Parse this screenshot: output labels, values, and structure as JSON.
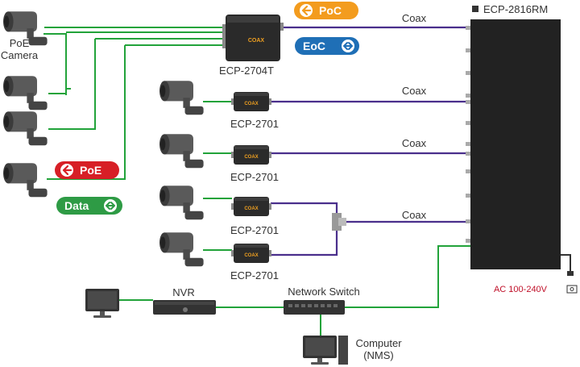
{
  "title": "ECP-2816RM",
  "labels": {
    "poe_camera_line1": "PoE",
    "poe_camera_line2": "Camera",
    "ecp2704t": "ECP-2704T",
    "ecp2701": "ECP-2701",
    "coax": "Coax",
    "nvr": "NVR",
    "network_switch": "Network Switch",
    "computer_line1": "Computer",
    "computer_line2": "(NMS)",
    "ac_power": "AC 100-240V",
    "device_logo": "COAX"
  },
  "badges": {
    "poc": "PoC",
    "eoc": "EoC",
    "poe": "PoE",
    "data": "Data"
  },
  "colors": {
    "green_line": "#22a33a",
    "coax_line": "#4a2f8c",
    "poc_badge": "#f39c1e",
    "eoc_badge": "#1f6fb6",
    "poe_badge": "#d71f26",
    "data_badge": "#2e9b45",
    "device_dark": "#2a2a2a",
    "ac_text": "#c0112a"
  },
  "icons": [
    "camera-icon",
    "arrow-left-icon",
    "double-arrow-icon",
    "monitor-icon",
    "power-plug-icon"
  ]
}
